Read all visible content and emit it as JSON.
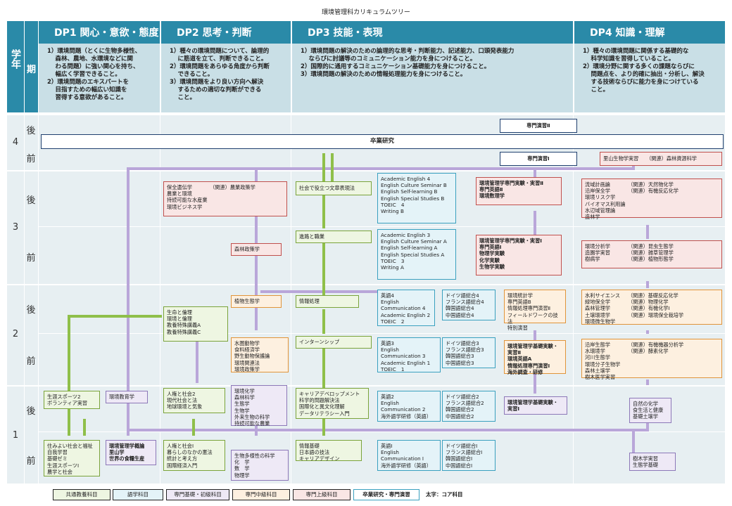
{
  "title": "環境管理科カリキュラムツリー",
  "header": {
    "year": "学年",
    "term": "期"
  },
  "dp": [
    {
      "head": "DP1 関心・意欲・態度",
      "desc": "1）環境問題（とくに生物多様性、\n　 森林、農地、水環境などに関\n　 わる問題）に強い関心を持ち、\n　 幅広く学習できること。\n2）環境問題のエキスパートを\n　 目指すための幅広い知識を\n　 習得する意欲があること。"
    },
    {
      "head": "DP2 思考・判断",
      "desc": "1）種々の環境問題について、論理的\n　 に筋道を立て、判断できること。\n2）環境問題をあらゆる角度から判断\n　 できること。\n3）環境問題をより良い方向へ解決\n　 するための適切な判断ができる\n　 こと。"
    },
    {
      "head": "DP3 技能・表現",
      "desc": "1）環境問題の解決のための論理的な思考・判断能力、記述能力、口頭発表能力\n　 ならびに討議等のコミュニケーション能力を身につけること。\n2）国際的に通用するコミュニケーション基礎能力を身につけること。\n3）環境問題の解決のための情報処理能力を身につけること。"
    },
    {
      "head": "DP4 知識・理解",
      "desc": "1）種々の環境問題に関係する基礎的な\n　 科学知識を習得していること。\n2）環境分野に関する多くの課題ならびに\n　 問題点を、より的確に抽出・分析し、解決\n　 する技術ならびに能力を身につけている\n　 こと。"
    }
  ],
  "years": [
    "4",
    "3",
    "2",
    "1"
  ],
  "terms": [
    "後",
    "前",
    "後",
    "前",
    "後",
    "前",
    "後",
    "前"
  ],
  "boxes": {
    "sotsugyo": "卒業研究",
    "senmon2": "専門演習Ⅱ",
    "senmon1": "専門演習Ⅰ",
    "y4_dp4": "里山生物学実習　　（関連）森林資源科学",
    "y3b_dp2": "保全遺伝学　　　　（関連）農業政策学\n農業と環境\n持続可能な水産業\n環境ビジネス学",
    "y3b_dp3a": "社会で役立つ文章表現法",
    "y3b_eng": "Academic English 4\nEnglish Culture Seminar B\nEnglish Self-learning B\nEnglish Special Studies B\nTOEIC　4\nWriting B",
    "y3b_jikken2": "環境管理学専門実験・実習Ⅱ\n専門英語Ⅱ\n環境数理学",
    "y3b_dp4": "流域計画論　　　　（関連）天然物化学\n沿岸保全学　　　　（関連）有機反応化学\n環境リスク学\nバイオマス利用論\n水辺域管理論\n造林学",
    "y3f_shinrin": "森林政策学",
    "y3f_shinro": "進路と職業",
    "y3f_eng": "Academic English 3\nEnglish Culture Seminar A\nEnglish Self-learning A\nEnglish Special Studies A\nTOEIC　3\nWriting A",
    "y3f_jikken1": "環境管理学専門実験・実習Ⅰ\n専門英語Ⅰ\n物理学実験\n化学実験\n生物学実験",
    "y3f_dp4": "環境分析学　　　　（関連）昆虫生態学\n造園学実習　　　　（関連）雑草管理学\n樹病学　　　　　　（関連）植物形態学",
    "y2b_dp1": "生命と倫理\n環境と倫理\n教養特殊講義A\n教養特殊講義C",
    "y2b_shokubutsu": "植物生態学",
    "y2b_joho": "情報処理",
    "y2b_eng4": "英語4\nEnglish\nCommunication 4\nAcademic English 2\nTOEIC　2",
    "y2b_lang4": "ドイツ語総合4\nフランス語総合4\n韓国語総合4\n中国語総合4",
    "y2b_tokei": "環境統計学\n専門英語B\n情報処理専門演習Ⅱ\nフィールドワークの技法\n特別演習",
    "y2b_dp4": "水利サイエンス　　（関連）基礎反応化学\n緑地保全学　　　　（関連）物理化学\n森林管理学　　　　（関連）有機化学Ⅰ\n土壌環境学　　　　（関連）環境保全栽培学\n環境微生物学",
    "y2f_dp2": "水圏動物学\n食料経済学\n野生動物保護論\n環境関連法\n環境政策学",
    "y2f_intern": "インターンシップ",
    "y2f_eng3": "英語3\nEnglish\nCommunication 3\nAcademic English 1\nTOEIC　1",
    "y2f_lang3": "ドイツ語総合3\nフランス語総合3\n韓国語総合3\n中国語総合3",
    "y2f_kiso": "環境管理学基礎実験・\n実習Ⅱ\n環境英語A\n情報処理専門演習Ⅰ\n海外調査・研修",
    "y2f_dp4": "沿岸生態学　　　　（関連）有機機器分析学\n水環境学　　　　　（関連）酵素化学\n河川生態学\n環境分子生物学\n森林土壌学\n樹木医学実習",
    "y1b_sports": "生涯スポーツ2\nボランティア実習",
    "y1b_kankyokyoiku": "環境教育学",
    "y1b_jinken2": "人権と社会2\n現代社会と法\n地球環境と気象",
    "y1b_kagaku": "環境化学\n森林科学\n生態学\n生物学\n外来生物の科学\n持続可能な農業",
    "y1b_career": "キャリアデベロップメント\n科学的問題解決法\n国際化と異文化理解\nデータリテラシー入門",
    "y1b_eng2": "英語2\nEnglish\nCommunication 2\n海外語学研修（英語）",
    "y1b_lang2": "ドイツ語総合2\nフランス語総合2\n韓国語総合2\n中国語総合2",
    "y1b_kiso1": "環境管理学基礎実験・\n実習Ⅰ",
    "y1b_dp4": "自然の化学\n食生活と健康\n基礎土壌学",
    "y1f_dp1": "住みよい社会と福祉\n自我学習\n基礎ゼミ\n生涯スポーツⅠ\n農学と社会",
    "y1f_gairon": "環境管理学概論\n里山学\n世界の食糧生産",
    "y1f_jinken1": "人権と社会Ⅰ\n暮らしのなかの憲法\n統計と考え方\n国際経済入門",
    "y1f_tayo": "生物多様性の科学\n化　学\n数　学\n物理学",
    "y1f_joho": "情報基礎\n日本語の技法\nキャリアデザイン",
    "y1f_eng1": "英語Ⅰ\nEnglish\nCommunication Ⅰ\n海外語学研修（英語）",
    "y1f_lang1": "ドイツ語総合Ⅰ\nフランス語総合Ⅰ\n韓国語総合Ⅰ\n中国語総合Ⅰ",
    "y1f_dp4": "樹木学実習\n生態学基礎"
  },
  "legend": {
    "kyotsu": "共通教養科目",
    "gogaku": "語学科目",
    "kiso": "専門基礎・初級科目",
    "chukyu": "専門中級科目",
    "jokyu": "専門上級科目",
    "sotsuken": "卒業研究・専門演習",
    "note": "太字：コア科目"
  },
  "colors": {
    "header": "#2a8aa8",
    "green": "#7aa33a",
    "blue": "#3aa0bf",
    "purple": "#8c78b8",
    "orange": "#e0943a",
    "red": "#c0504d",
    "navy": "#1f3f6e"
  }
}
